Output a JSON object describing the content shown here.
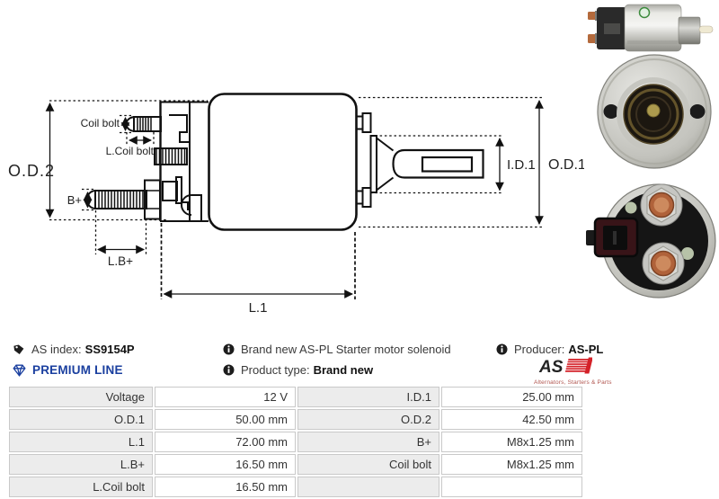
{
  "info": {
    "as_index_label": "AS index:",
    "as_index_value": "SS9154P",
    "premium_line_label": "PREMIUM LINE",
    "description": "Brand new AS-PL Starter motor solenoid",
    "product_type_label": "Product type:",
    "product_type_value": "Brand new",
    "producer_label": "Producer:",
    "producer_value": "AS-PL"
  },
  "brand": {
    "logo_text": "AS",
    "logo_caption": "Alternators, Starters & Parts"
  },
  "diagram": {
    "labels": {
      "od2": "O.D.2",
      "coil_bolt": "Coil bolt",
      "l_coil_bolt": "L.Coil bolt",
      "b_plus": "B+",
      "l_b_plus": "L.B+",
      "l1": "L.1",
      "id1": "I.D.1",
      "od1": "O.D.1"
    }
  },
  "spec_table": {
    "left_rows": [
      {
        "label": "Voltage",
        "value": "12 V"
      },
      {
        "label": "O.D.1",
        "value": "50.00 mm"
      },
      {
        "label": "L.1",
        "value": "72.00 mm"
      },
      {
        "label": "L.B+",
        "value": "16.50 mm"
      },
      {
        "label": "L.Coil bolt",
        "value": "16.50 mm"
      }
    ],
    "right_rows": [
      {
        "label": "I.D.1",
        "value": "25.00 mm"
      },
      {
        "label": "O.D.2",
        "value": "42.50 mm"
      },
      {
        "label": "B+",
        "value": "M8x1.25 mm"
      },
      {
        "label": "Coil bolt",
        "value": "M8x1.25 mm"
      },
      {
        "label": "",
        "value": ""
      }
    ]
  },
  "colors": {
    "premium_blue": "#1a3f9f",
    "logo_red": "#d42128",
    "table_label_bg": "#ececec",
    "table_border": "#c9c9c9",
    "diagram_line": "#111111"
  }
}
